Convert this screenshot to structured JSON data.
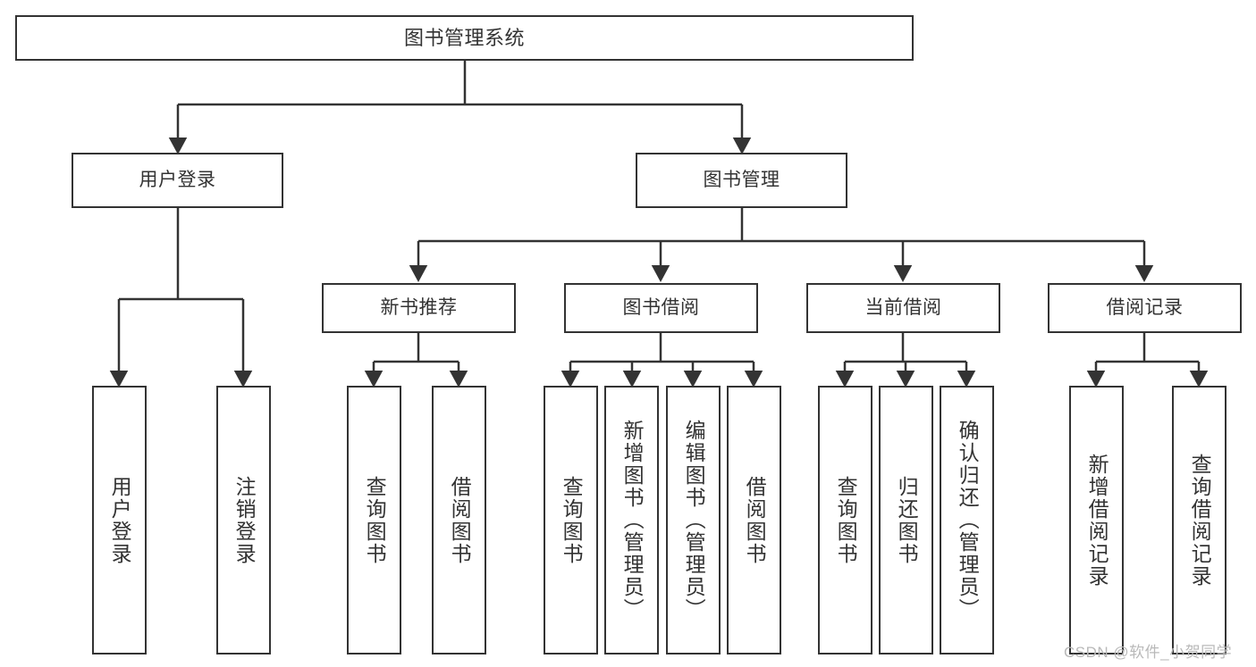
{
  "diagram": {
    "title": "图书管理系统",
    "stroke_color": "#333333",
    "background_color": "#ffffff",
    "watermark": "CSDN @软件_小贺同学",
    "nodes": {
      "root": {
        "label": "图书管理系统"
      },
      "level2": [
        {
          "label": "用户登录"
        },
        {
          "label": "图书管理"
        }
      ],
      "level3": [
        {
          "label": "新书推荐"
        },
        {
          "label": "图书借阅"
        },
        {
          "label": "当前借阅"
        },
        {
          "label": "借阅记录"
        }
      ],
      "leaves": {
        "user_login": [
          {
            "label": "用户登录"
          },
          {
            "label": "注销登录"
          }
        ],
        "new_book_recommend": [
          {
            "label": "查询图书"
          },
          {
            "label": "借阅图书"
          }
        ],
        "book_borrow": [
          {
            "label": "查询图书"
          },
          {
            "label": "新增图书（管理员）"
          },
          {
            "label": "编辑图书（管理员）"
          },
          {
            "label": "借阅图书"
          }
        ],
        "current_borrow": [
          {
            "label": "查询图书"
          },
          {
            "label": "归还图书"
          },
          {
            "label": "确认归还（管理员）"
          }
        ],
        "borrow_record": [
          {
            "label": "新增借阅记录"
          },
          {
            "label": "查询借阅记录"
          }
        ]
      }
    }
  }
}
